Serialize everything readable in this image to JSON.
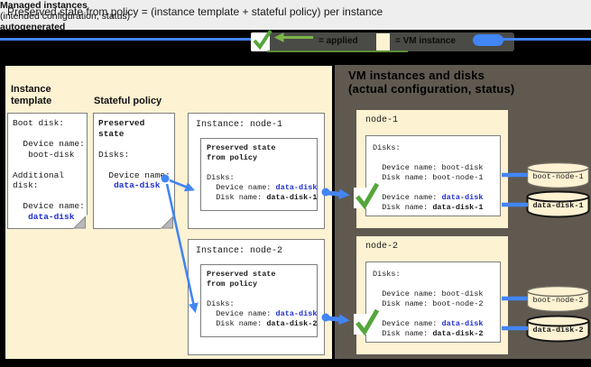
{
  "title": "Preserved state from policy = (instance template + stateful policy) per instance",
  "legend": {
    "applied_label": "= applied",
    "vm_label": "= VM instance"
  },
  "left_panel": {
    "template_heading": "Instance\ntemplate",
    "template_doc": {
      "l1": "Boot disk:",
      "l2": "  Device name:",
      "l3": "   boot-disk",
      "l4": "Additional",
      "l5": "disk:",
      "l6": "  Device name:",
      "l7": "   data-disk"
    },
    "policy_heading": "Stateful policy",
    "policy_doc": {
      "t1": "Preserved",
      "t2": "state",
      "l1": "Disks:",
      "l2": "  Device name:",
      "l3": "   data-disk"
    },
    "managed_heading": {
      "line1": "Managed instances",
      "line2": "(intended configuration, status)",
      "line3": "autogenerated"
    },
    "instances": [
      {
        "title": "Instance: node-1",
        "preserved1": "Preserved state",
        "preserved2": "from policy",
        "disks_label": "Disks:",
        "device_prefix": "  Device name: ",
        "device_value": "data-disk",
        "disk_prefix": "  Disk name: ",
        "disk_value": "data-disk-1"
      },
      {
        "title": "Instance: node-2",
        "preserved1": "Preserved state",
        "preserved2": "from policy",
        "disks_label": "Disks:",
        "device_prefix": "  Device name: ",
        "device_value": "data-disk",
        "disk_prefix": "  Disk name: ",
        "disk_value": "data-disk-2"
      }
    ]
  },
  "right_panel": {
    "heading_line1": "VM instances and disks",
    "heading_line2": "(actual configuration, status)",
    "nodes": [
      {
        "title": "node-1",
        "disks_label": "Disks:",
        "boot_device": "  Device name: boot-disk",
        "boot_disk": "  Disk name: boot-node-1",
        "data_device_prefix": "  Device name: ",
        "data_device_value": "data-disk",
        "data_disk_prefix": "  Disk name: ",
        "data_disk_value": "data-disk-1",
        "boot_cylinder": "boot-node-1",
        "data_cylinder": "data-disk-1"
      },
      {
        "title": "node-2",
        "disks_label": "Disks:",
        "boot_device": "  Device name: boot-disk",
        "boot_disk": "  Disk name: boot-node-2",
        "data_device_prefix": "  Device name: ",
        "data_device_value": "data-disk",
        "data_disk_prefix": "  Disk name: ",
        "data_disk_value": "data-disk-2",
        "boot_cylinder": "boot-node-2",
        "data_cylinder": "data-disk-2"
      }
    ]
  },
  "colors": {
    "cream": "#fdf2d2",
    "dark": "#5f5950",
    "blue": "#4285f4",
    "blue-text": "#2230d4",
    "green-check": "#55a63c",
    "green-arrow": "#7cb648"
  }
}
